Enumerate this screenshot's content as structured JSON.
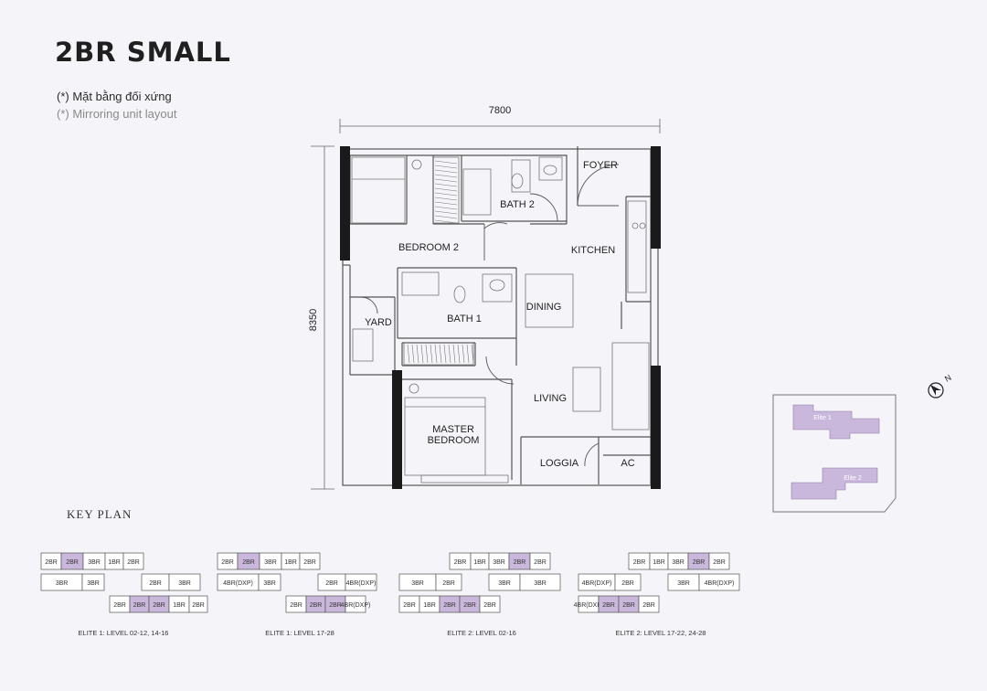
{
  "title": "2BR SMALL",
  "notes": {
    "vi": "(*) Mặt bằng đối xứng",
    "en": "(*) Mirroring unit layout"
  },
  "dimensions": {
    "width": "7800",
    "height": "8350"
  },
  "rooms": {
    "foyer": "FOYER",
    "bath2": "BATH 2",
    "bedroom2": "BEDROOM 2",
    "kitchen": "KITCHEN",
    "dining": "DINING",
    "yard": "YARD",
    "bath1": "BATH 1",
    "living": "LIVING",
    "master1": "MASTER",
    "master2": "BEDROOM",
    "loggia": "LOGGIA",
    "ac": "AC"
  },
  "site": {
    "elite1": "Elite 1",
    "elite2": "Elite 2"
  },
  "keyplan": {
    "title": "KEY PLAN",
    "plans": [
      {
        "caption": "ELITE 1: LEVEL 02-12, 14-16",
        "rows": [
          {
            "cells": [
              "2BR",
              "2BR",
              "3BR",
              "1BR",
              "2BR"
            ],
            "hi": [
              1
            ]
          },
          {
            "cells": [
              "3BR",
              "3BR",
              "2BR",
              "3BR"
            ],
            "hi": []
          },
          {
            "cells": [
              "2BR",
              "2BR",
              "2BR",
              "1BR",
              "2BR"
            ],
            "hi": [
              1,
              2
            ]
          }
        ]
      },
      {
        "caption": "ELITE 1: LEVEL 17-28",
        "rows": [
          {
            "cells": [
              "2BR",
              "2BR",
              "3BR",
              "1BR",
              "2BR"
            ],
            "hi": [
              1
            ]
          },
          {
            "cells": [
              "4BR(DXP)",
              "3BR",
              "2BR",
              "4BR(DXP)"
            ],
            "hi": []
          },
          {
            "cells": [
              "2BR",
              "2BR",
              "2BR",
              "4BR(DXP)"
            ],
            "hi": [
              1,
              2
            ]
          }
        ]
      },
      {
        "caption": "ELITE 2: LEVEL 02-16",
        "rows": [
          {
            "cells": [
              "2BR",
              "1BR",
              "3BR",
              "2BR",
              "2BR"
            ],
            "hi": [
              3
            ]
          },
          {
            "cells": [
              "3BR",
              "2BR",
              "3BR",
              "3BR"
            ],
            "hi": []
          },
          {
            "cells": [
              "2BR",
              "1BR",
              "2BR",
              "2BR",
              "2BR"
            ],
            "hi": [
              2,
              3
            ]
          }
        ]
      },
      {
        "caption": "ELITE 2: LEVEL 17-22, 24-28",
        "rows": [
          {
            "cells": [
              "2BR",
              "1BR",
              "3BR",
              "2BR",
              "2BR"
            ],
            "hi": [
              3
            ]
          },
          {
            "cells": [
              "4BR(DXP)",
              "2BR",
              "3BR",
              "4BR(DXP)"
            ],
            "hi": []
          },
          {
            "cells": [
              "4BR(DXP)",
              "2BR",
              "2BR",
              "2BR"
            ],
            "hi": [
              1,
              2
            ]
          }
        ]
      }
    ]
  },
  "colors": {
    "accent": "#c9b8dc",
    "wall": "#1a1a1a",
    "line": "#555555"
  },
  "icons": [
    "north-arrow-icon"
  ]
}
